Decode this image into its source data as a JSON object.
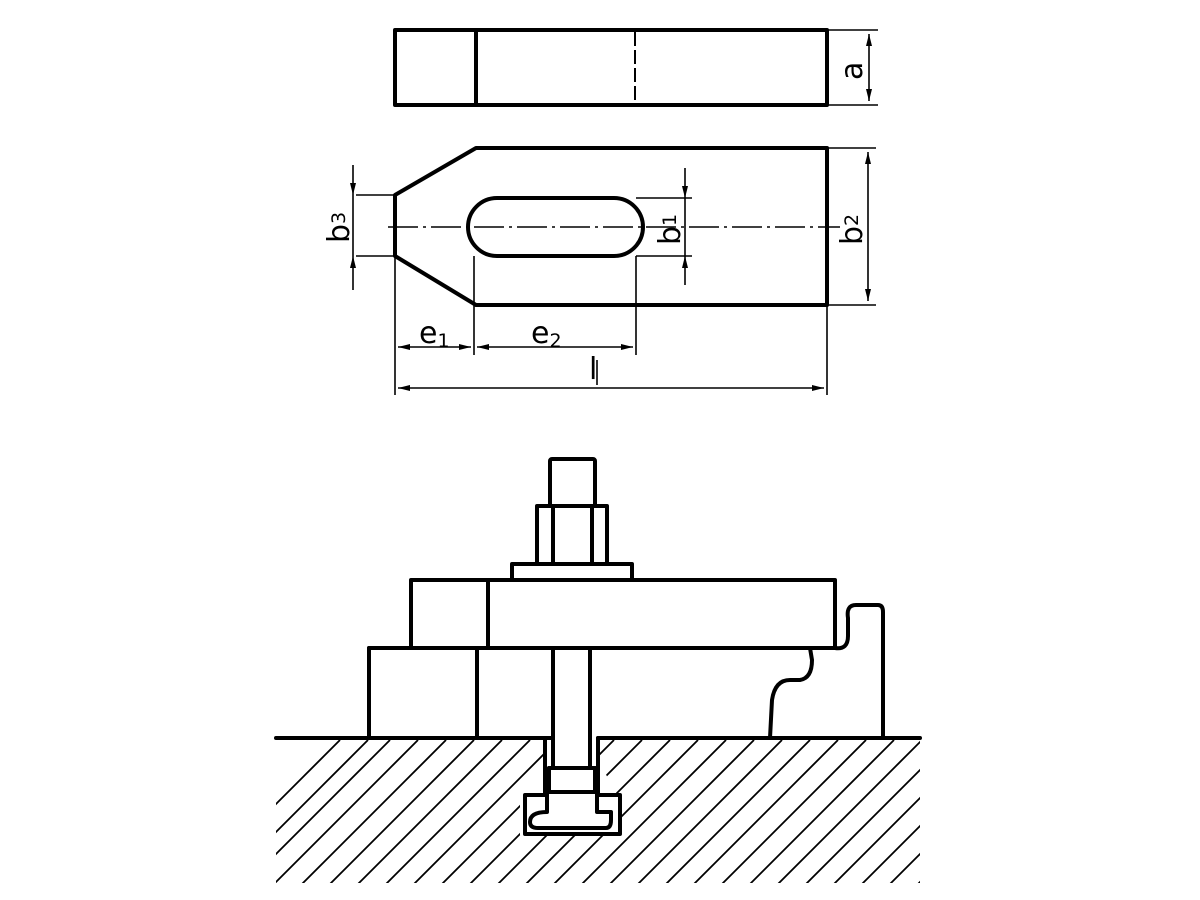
{
  "figure": {
    "description": "Technical drawing of a clamping strap (slotted clamp bar) with dimension labels and usage illustration with T-slot bolt",
    "colors": {
      "line": "#000000",
      "background": "#ffffff"
    }
  },
  "top_view": {
    "dimension_labels": {
      "a": "a"
    }
  },
  "plan_view": {
    "dimension_labels": {
      "b1": {
        "base": "b",
        "sub": "1"
      },
      "b2": {
        "base": "b",
        "sub": "2"
      },
      "b3": {
        "base": "b",
        "sub": "3"
      },
      "e1": {
        "base": "e",
        "sub": "1"
      },
      "e2": {
        "base": "e",
        "sub": "2"
      },
      "l": "l"
    }
  },
  "assembly_view": {
    "components": [
      "stud",
      "hex-nut",
      "washer",
      "clamp-strap",
      "support-block",
      "step-block",
      "workpiece",
      "t-slot-bolt",
      "machine-table-hatched"
    ]
  }
}
